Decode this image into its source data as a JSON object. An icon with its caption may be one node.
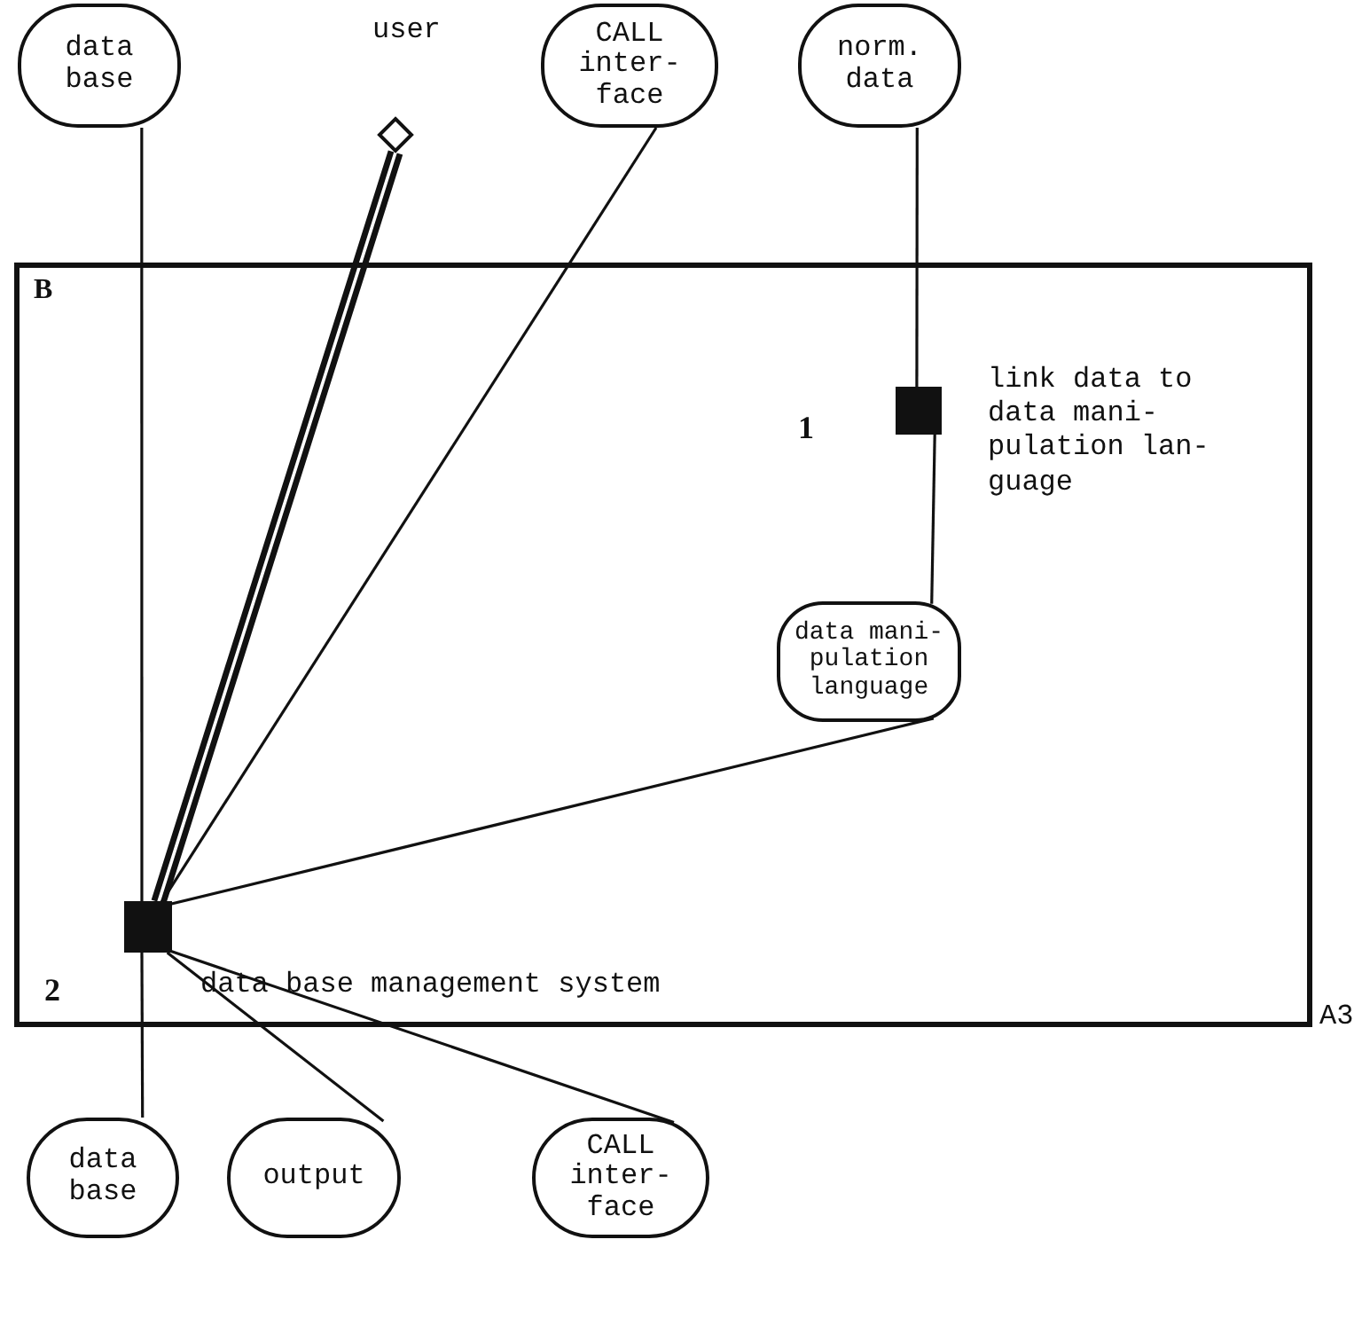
{
  "diagram": {
    "nodes": [
      {
        "text": [
          "data base"
        ]
      },
      {
        "text": [],
        "shape": "diamond",
        "beside": [
          "user"
        ]
      },
      {
        "text": [
          "CALL inter- face"
        ]
      },
      {
        "text": [
          "norm. data"
        ]
      },
      {
        "text": [
          "B"
        ],
        "beside": [
          "A3"
        ]
      },
      {
        "text": [],
        "shape": "box",
        "in": 4,
        "beside": [
          "1",
          "link data to data mani- pulation lan- guage"
        ]
      },
      {
        "text": [
          "data mani- pulation language"
        ],
        "in": 4
      },
      {
        "text": [],
        "shape": "box",
        "in": 4,
        "beside": [
          "2",
          "data base management system"
        ]
      },
      {
        "text": [
          "data base"
        ]
      },
      {
        "text": [
          "output"
        ]
      },
      {
        "text": [
          "CALL inter- face"
        ]
      }
    ],
    "edges": [
      {
        "from": 0,
        "to": 7,
        "arrow": "none"
      },
      {
        "from": 1,
        "to": 7,
        "arrow": "none",
        "style": "thick"
      },
      {
        "from": 2,
        "to": 7,
        "arrow": "none"
      },
      {
        "from": 3,
        "to": 5,
        "arrow": "none"
      },
      {
        "from": 5,
        "to": 6,
        "arrow": "none"
      },
      {
        "from": 6,
        "to": 7,
        "arrow": "none"
      },
      {
        "from": 7,
        "to": 8,
        "arrow": "none"
      },
      {
        "from": 7,
        "to": 9,
        "arrow": "none"
      },
      {
        "from": 7,
        "to": 10,
        "arrow": "none"
      }
    ]
  }
}
